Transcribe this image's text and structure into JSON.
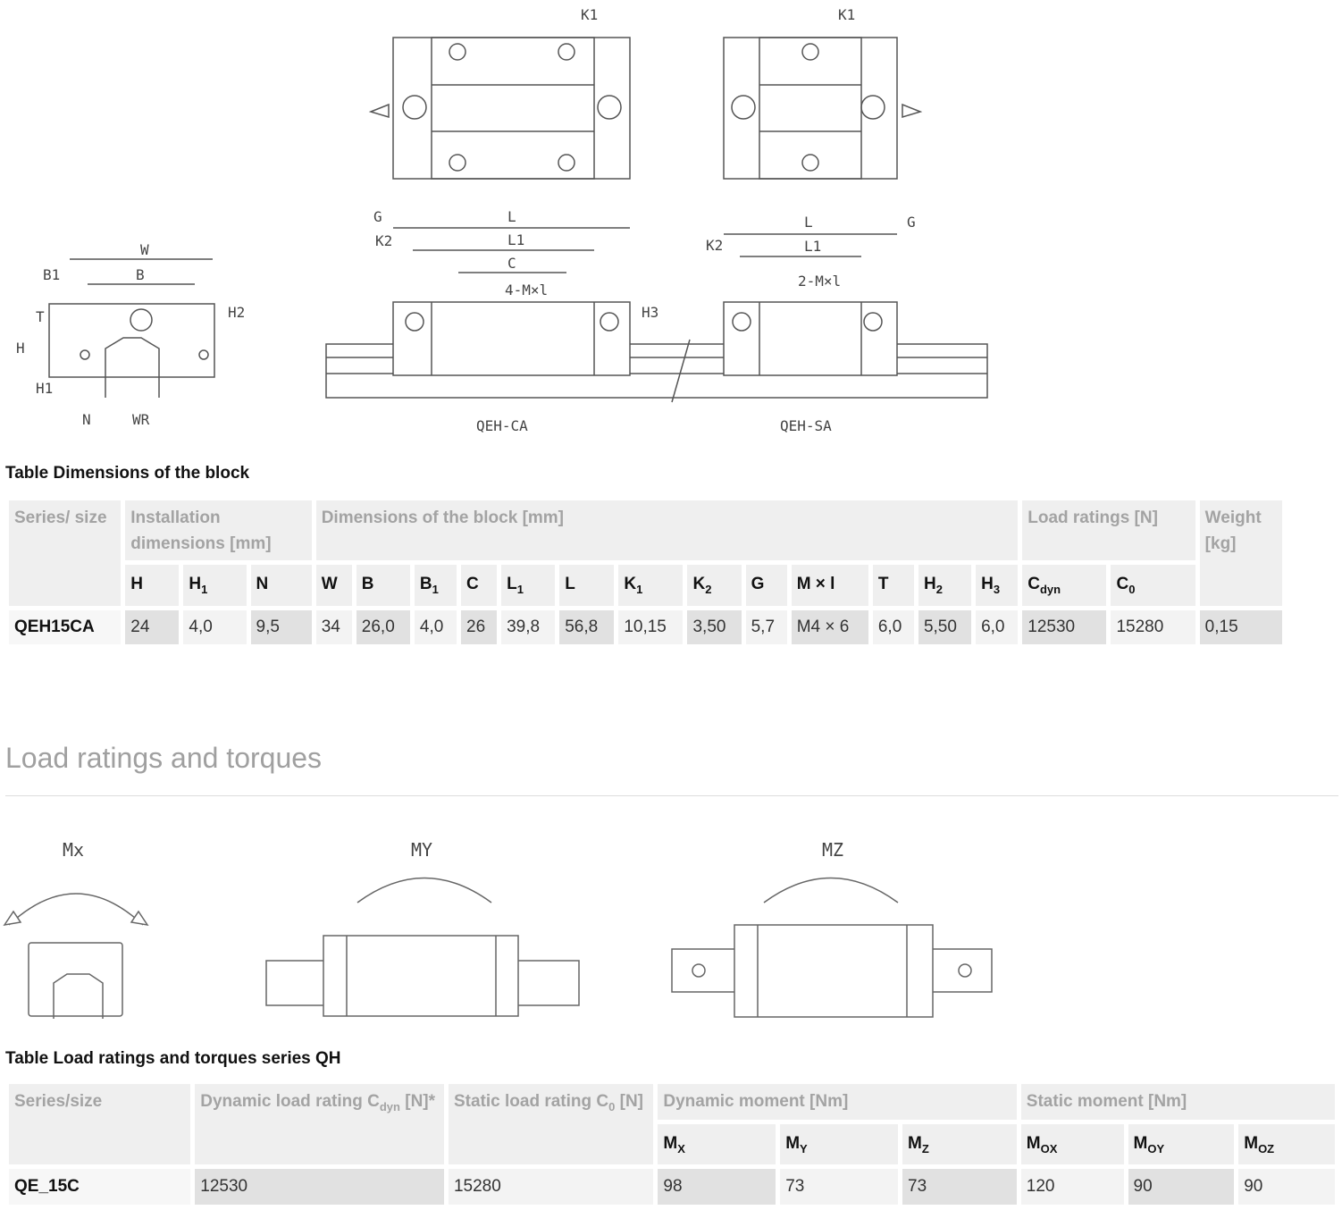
{
  "drawings": {
    "front_labels": [
      "W",
      "B",
      "B1",
      "T",
      "H2",
      "H",
      "H1",
      "N",
      "WR"
    ],
    "side_labels": {
      "g": "G",
      "k2": "K2",
      "l": "L",
      "l1": "L1",
      "c": "C",
      "mxl4": "4-M×l",
      "h3": "H3",
      "mxl2": "2-M×l",
      "k1": "K1"
    },
    "ca_caption": "QEH-CA",
    "sa_caption": "QEH-SA",
    "moments": {
      "mx": "Mx",
      "my": "MY",
      "mz": "MZ"
    }
  },
  "table1": {
    "caption": "Table Dimensions of the block",
    "groups": [
      "Series/ size",
      "Installation dimensions [mm]",
      "Dimensions of the block [mm]",
      "Load ratings [N]",
      "Weight [kg]"
    ],
    "cols": [
      [
        "H",
        ""
      ],
      [
        "H",
        "1"
      ],
      [
        "N",
        ""
      ],
      [
        "W",
        ""
      ],
      [
        "B",
        ""
      ],
      [
        "B",
        "1"
      ],
      [
        "C",
        ""
      ],
      [
        "L",
        "1"
      ],
      [
        "L",
        ""
      ],
      [
        "K",
        "1"
      ],
      [
        "K",
        "2"
      ],
      [
        "G",
        ""
      ],
      [
        "M × l",
        ""
      ],
      [
        "T",
        ""
      ],
      [
        "H",
        "2"
      ],
      [
        "H",
        "3"
      ],
      [
        "C",
        "dyn"
      ],
      [
        "C",
        "0"
      ]
    ],
    "row": [
      "QEH15CA",
      "24",
      "4,0",
      "9,5",
      "34",
      "26,0",
      "4,0",
      "26",
      "39,8",
      "56,8",
      "10,15",
      "3,50",
      "5,7",
      "M4 × 6",
      "6,0",
      "5,50",
      "6,0",
      "12530",
      "15280",
      "0,15"
    ]
  },
  "section_title": "Load ratings and torques",
  "table2": {
    "caption": "Table Load ratings and torques series QH",
    "groups": [
      "Series/size",
      "Dynamic load rating C",
      "dyn",
      " [N]*",
      "Static load rating C",
      "0",
      " [N]",
      "Dynamic moment [Nm]",
      "Static moment [Nm]"
    ],
    "cols": [
      [
        "M",
        "X"
      ],
      [
        "M",
        "Y"
      ],
      [
        "M",
        "Z"
      ],
      [
        "M",
        "OX"
      ],
      [
        "M",
        "OY"
      ],
      [
        "M",
        "OZ"
      ]
    ],
    "row": [
      "QE_15C",
      "12530",
      "15280",
      "98",
      "73",
      "73",
      "120",
      "90",
      "90"
    ]
  }
}
